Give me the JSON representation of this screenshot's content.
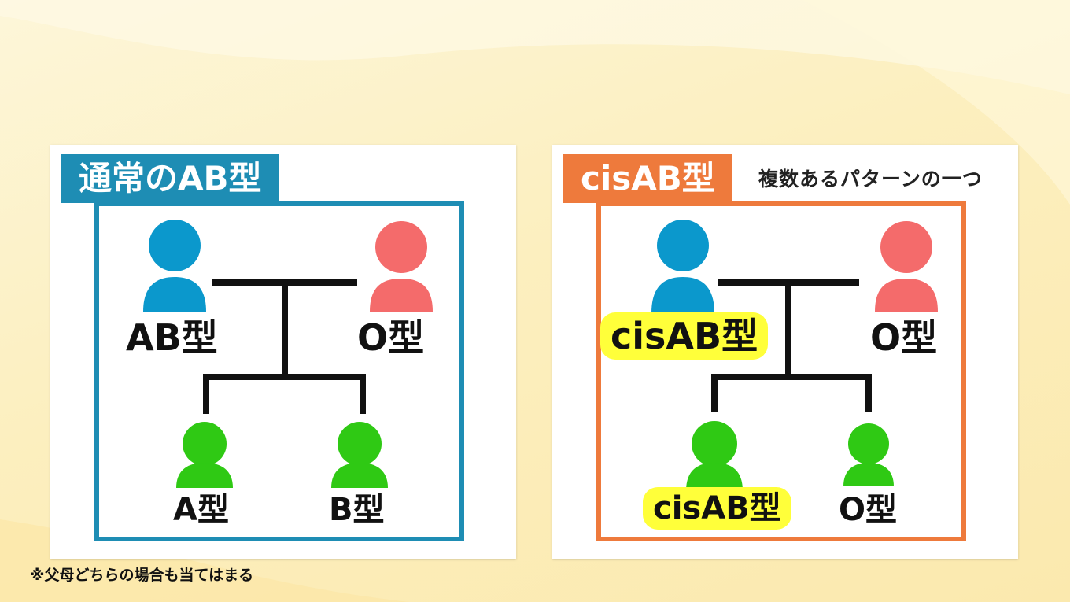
{
  "colors": {
    "left_accent": "#1e8db4",
    "right_accent": "#ee7a3c",
    "parent_a": "#0b98cc",
    "parent_b": "#f46b6b",
    "child": "#2fc914",
    "highlight": "#ffff3a"
  },
  "left": {
    "title": "通常のAB型",
    "father_label": "AB型",
    "mother_label": "O型",
    "child1_label": "A型",
    "child2_label": "B型"
  },
  "right": {
    "title": "cisAB型",
    "subtitle": "複数あるパターンの一つ",
    "father_label": "cisAB型",
    "mother_label": "O型",
    "child1_label": "cisAB型",
    "child2_label": "O型"
  },
  "footnote": "※父母どちらの場合も当てはまる"
}
